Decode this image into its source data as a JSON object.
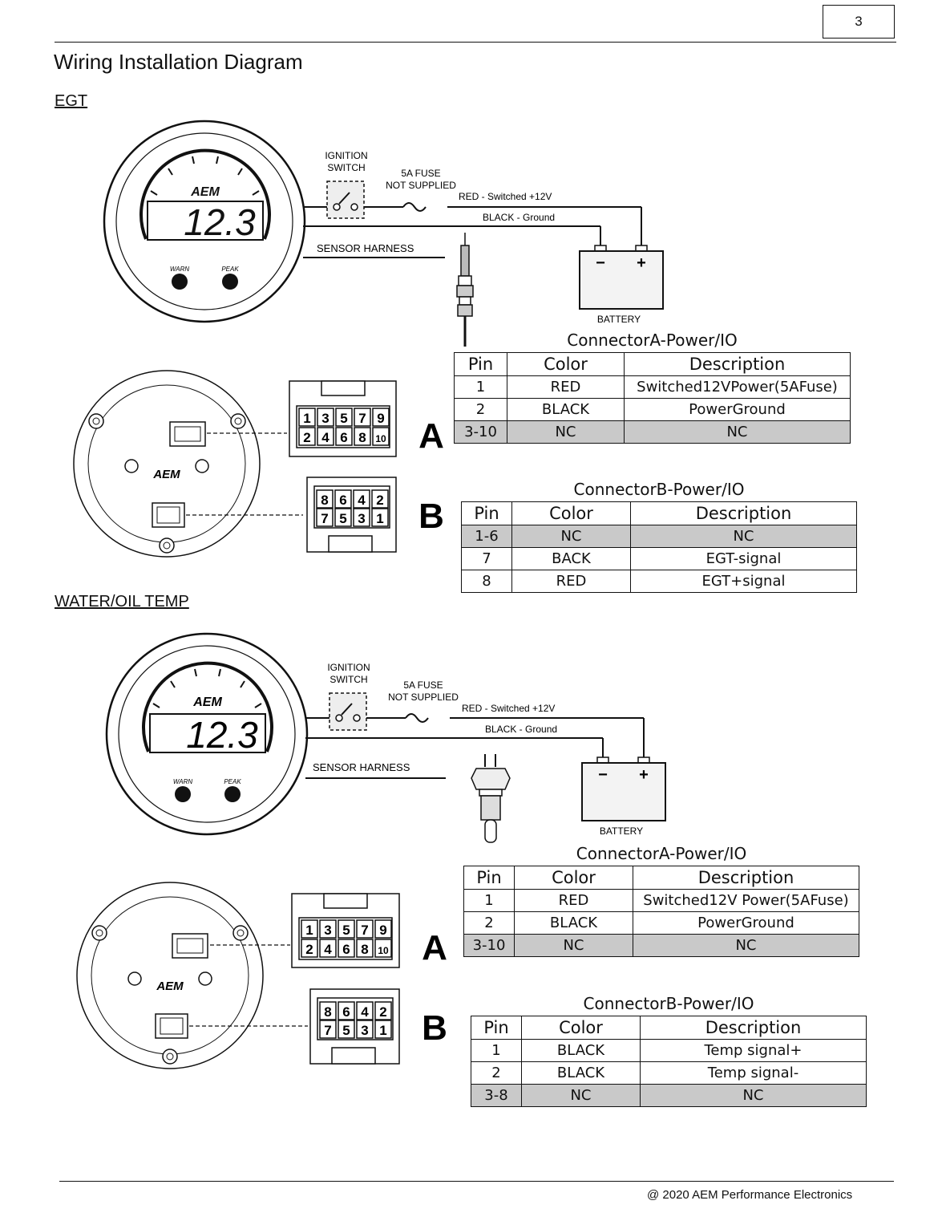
{
  "page_number": "3",
  "title": "Wiring Installation Diagram",
  "footer": "@ 2020 AEM Performance Electronics",
  "gauge": {
    "brand": "AEM",
    "display": "12.3",
    "warn_label": "WARN",
    "peak_label": "PEAK",
    "connector_letter_a": "A",
    "connector_letter_b": "B",
    "connector_a_top_row": [
      "1",
      "3",
      "5",
      "7",
      "9"
    ],
    "connector_a_bottom_row": [
      "2",
      "4",
      "6",
      "8",
      "10"
    ],
    "connector_b_top_row": [
      "8",
      "6",
      "4",
      "2"
    ],
    "connector_b_bottom_row": [
      "7",
      "5",
      "3",
      "1"
    ]
  },
  "wiring": {
    "ignition_switch": "IGNITION SWITCH",
    "ignition_line1": "IGNITION",
    "ignition_line2": "SWITCH",
    "fuse_line1": "5A FUSE",
    "fuse_line2": "NOT SUPPLIED",
    "red_wire": "RED - Switched +12V",
    "black_wire": "BLACK - Ground",
    "sensor_harness": "SENSOR HARNESS",
    "battery": "BATTERY",
    "minus": "−",
    "plus": "+"
  },
  "colors": {
    "nc_row": "#c9c9c9",
    "line": "#111111"
  },
  "sections": [
    {
      "title": "EGT",
      "connector_a": {
        "title": "ConnectorA-Power/IO",
        "headers": [
          "Pin",
          "Color",
          "Description"
        ],
        "rows": [
          {
            "pin": "1",
            "color": "RED",
            "desc": "Switched12VPower(5AFuse)"
          },
          {
            "pin": "2",
            "color": "BLACK",
            "desc": "PowerGround"
          },
          {
            "pin": "3-10",
            "color": "NC",
            "desc": "NC"
          }
        ]
      },
      "connector_b": {
        "title": "ConnectorB-Power/IO",
        "headers": [
          "Pin",
          "Color",
          "Description"
        ],
        "rows": [
          {
            "pin": "1-6",
            "color": "NC",
            "desc": "NC"
          },
          {
            "pin": "7",
            "color": "BACK",
            "desc": "EGT-signal"
          },
          {
            "pin": "8",
            "color": "RED",
            "desc": "EGT+signal"
          }
        ]
      }
    },
    {
      "title": "WATER/OIL TEMP",
      "connector_a": {
        "title": "ConnectorA-Power/IO",
        "headers": [
          "Pin",
          "Color",
          "Description"
        ],
        "rows": [
          {
            "pin": "1",
            "color": "RED",
            "desc": "Switched12V Power(5AFuse)"
          },
          {
            "pin": "2",
            "color": "BLACK",
            "desc": "PowerGround"
          },
          {
            "pin": "3-10",
            "color": "NC",
            "desc": "NC"
          }
        ]
      },
      "connector_b": {
        "title": "ConnectorB-Power/IO",
        "headers": [
          "Pin",
          "Color",
          "Description"
        ],
        "rows": [
          {
            "pin": "1",
            "color": "BLACK",
            "desc": "Temp signal+"
          },
          {
            "pin": "2",
            "color": "BLACK",
            "desc": "Temp signal-"
          },
          {
            "pin": "3-8",
            "color": "NC",
            "desc": "NC"
          }
        ]
      }
    }
  ]
}
